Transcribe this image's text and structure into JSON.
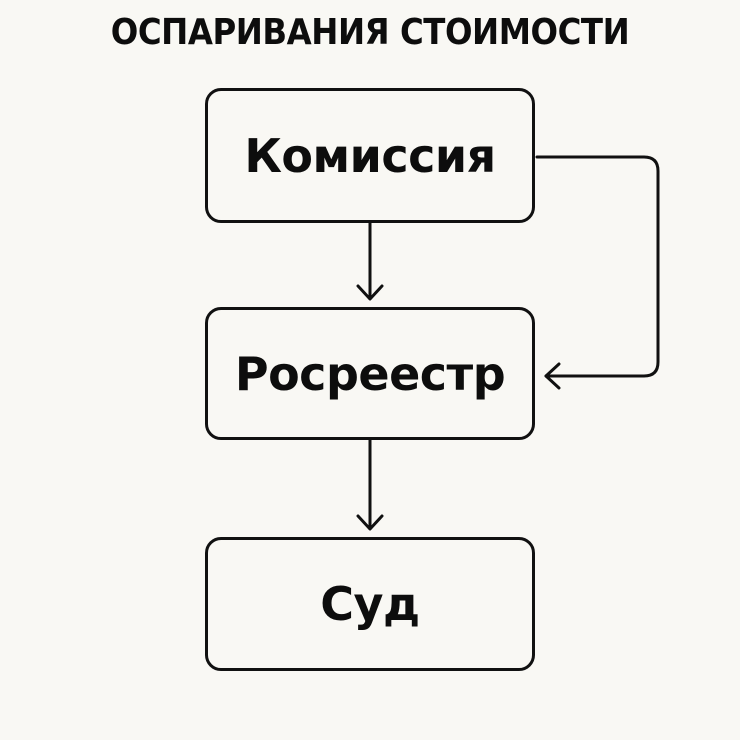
{
  "diagram": {
    "title": "ОСПАРИВАНИЯ СТОИМОСТИ",
    "nodes": {
      "komissiya": "Комиссия",
      "rosreestr": "Росреестр",
      "sud": "Суд"
    }
  }
}
